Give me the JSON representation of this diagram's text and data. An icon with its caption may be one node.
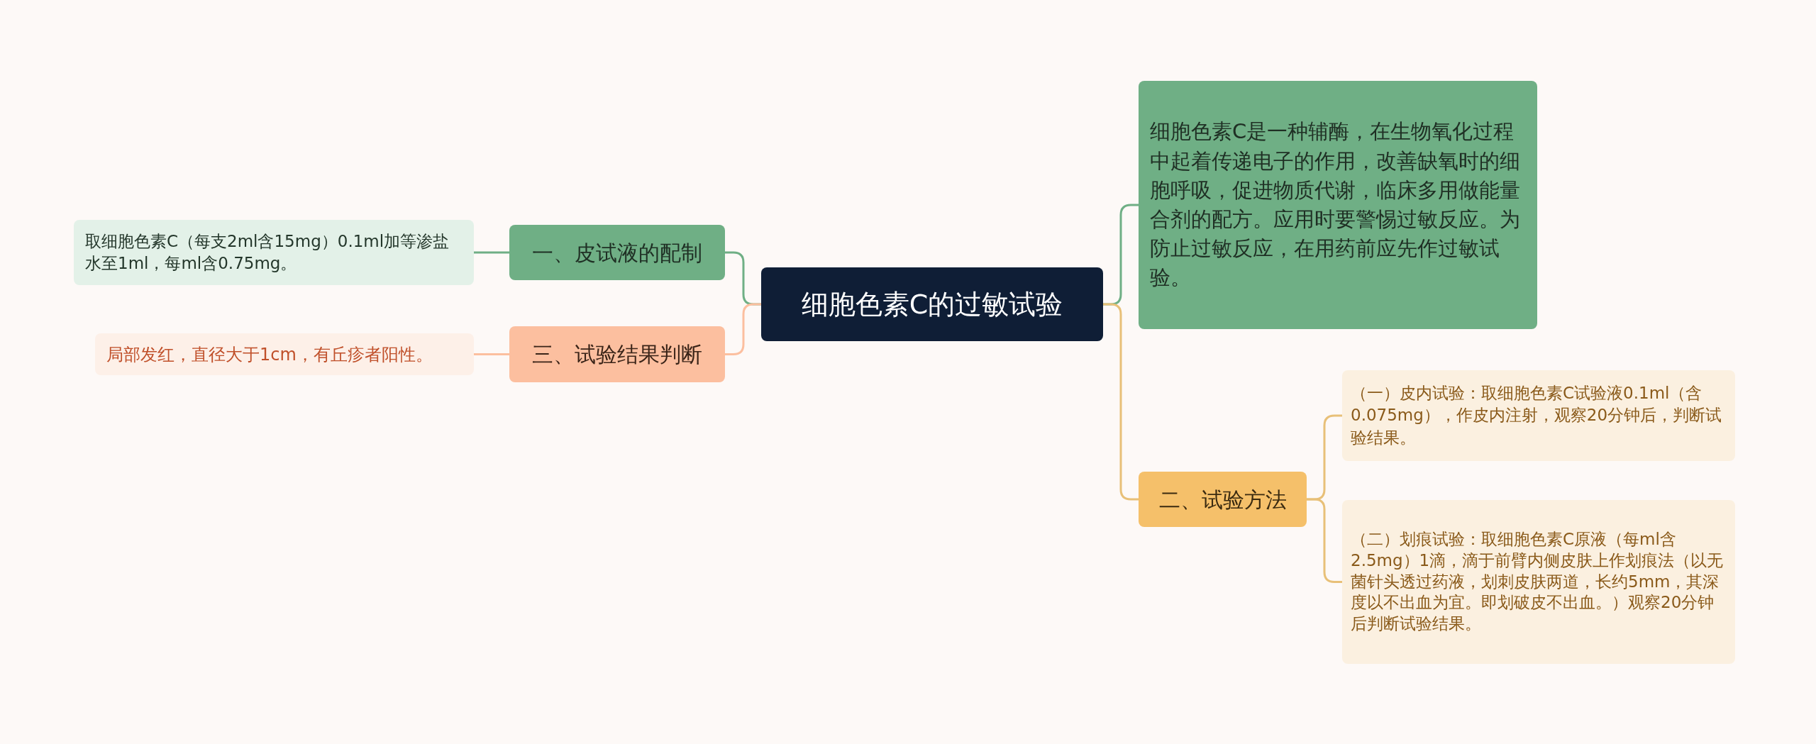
{
  "diagram": {
    "nodes": [
      {
        "text": [
          "细胞色素C的过敏试验"
        ]
      },
      {
        "text": [
          "一、皮试液的配制"
        ]
      },
      {
        "text": [
          "取细胞色素C（每支2ml含15mg）0.1ml加等渗盐水至1ml，每ml含0.75mg。"
        ]
      },
      {
        "text": [
          "三、试验结果判断"
        ]
      },
      {
        "text": [
          "局部发红，直径大于1cm，有丘疹者阳性。"
        ]
      },
      {
        "text": [
          "细胞色素C是一种辅酶，在生物氧化过程中起着传递电子的作用，改善缺氧时的细胞呼吸，促进物质代谢，临床多用做能量合剂的配方。应用时要警惕过敏反应。为防止过敏反应，在用药前应先作过敏试验。"
        ]
      },
      {
        "text": [
          "二、试验方法"
        ]
      },
      {
        "text": [
          "（一）皮内试验：取细胞色素C试验液0.1ml（含0.075mg），作皮内注射，观察20分钟后，判断试验结果。"
        ]
      },
      {
        "text": [
          "（二）划痕试验：取细胞色素C原液（每ml含2.5mg）1滴，滴于前臂内侧皮肤上作划痕法（以无菌针头透过药液，划刺皮肤两道，长约5mm，其深度以不出血为宜。即划破皮不出血。）观察20分钟后判断试验结果。"
        ]
      }
    ],
    "edges": [
      {
        "from": 0,
        "to": 1,
        "arrow": "none",
        "color": "#6faf85"
      },
      {
        "from": 1,
        "to": 2,
        "arrow": "none",
        "color": "#6faf85"
      },
      {
        "from": 0,
        "to": 3,
        "arrow": "none",
        "color": "#fcbf9f"
      },
      {
        "from": 3,
        "to": 4,
        "arrow": "none",
        "color": "#fcbf9f"
      },
      {
        "from": 0,
        "to": 5,
        "arrow": "none",
        "color": "#6faf85"
      },
      {
        "from": 0,
        "to": 6,
        "arrow": "none",
        "color": "#e8c078"
      },
      {
        "from": 6,
        "to": 7,
        "arrow": "none",
        "color": "#e8c078"
      },
      {
        "from": 6,
        "to": 8,
        "arrow": "none",
        "color": "#e8c078"
      }
    ]
  }
}
